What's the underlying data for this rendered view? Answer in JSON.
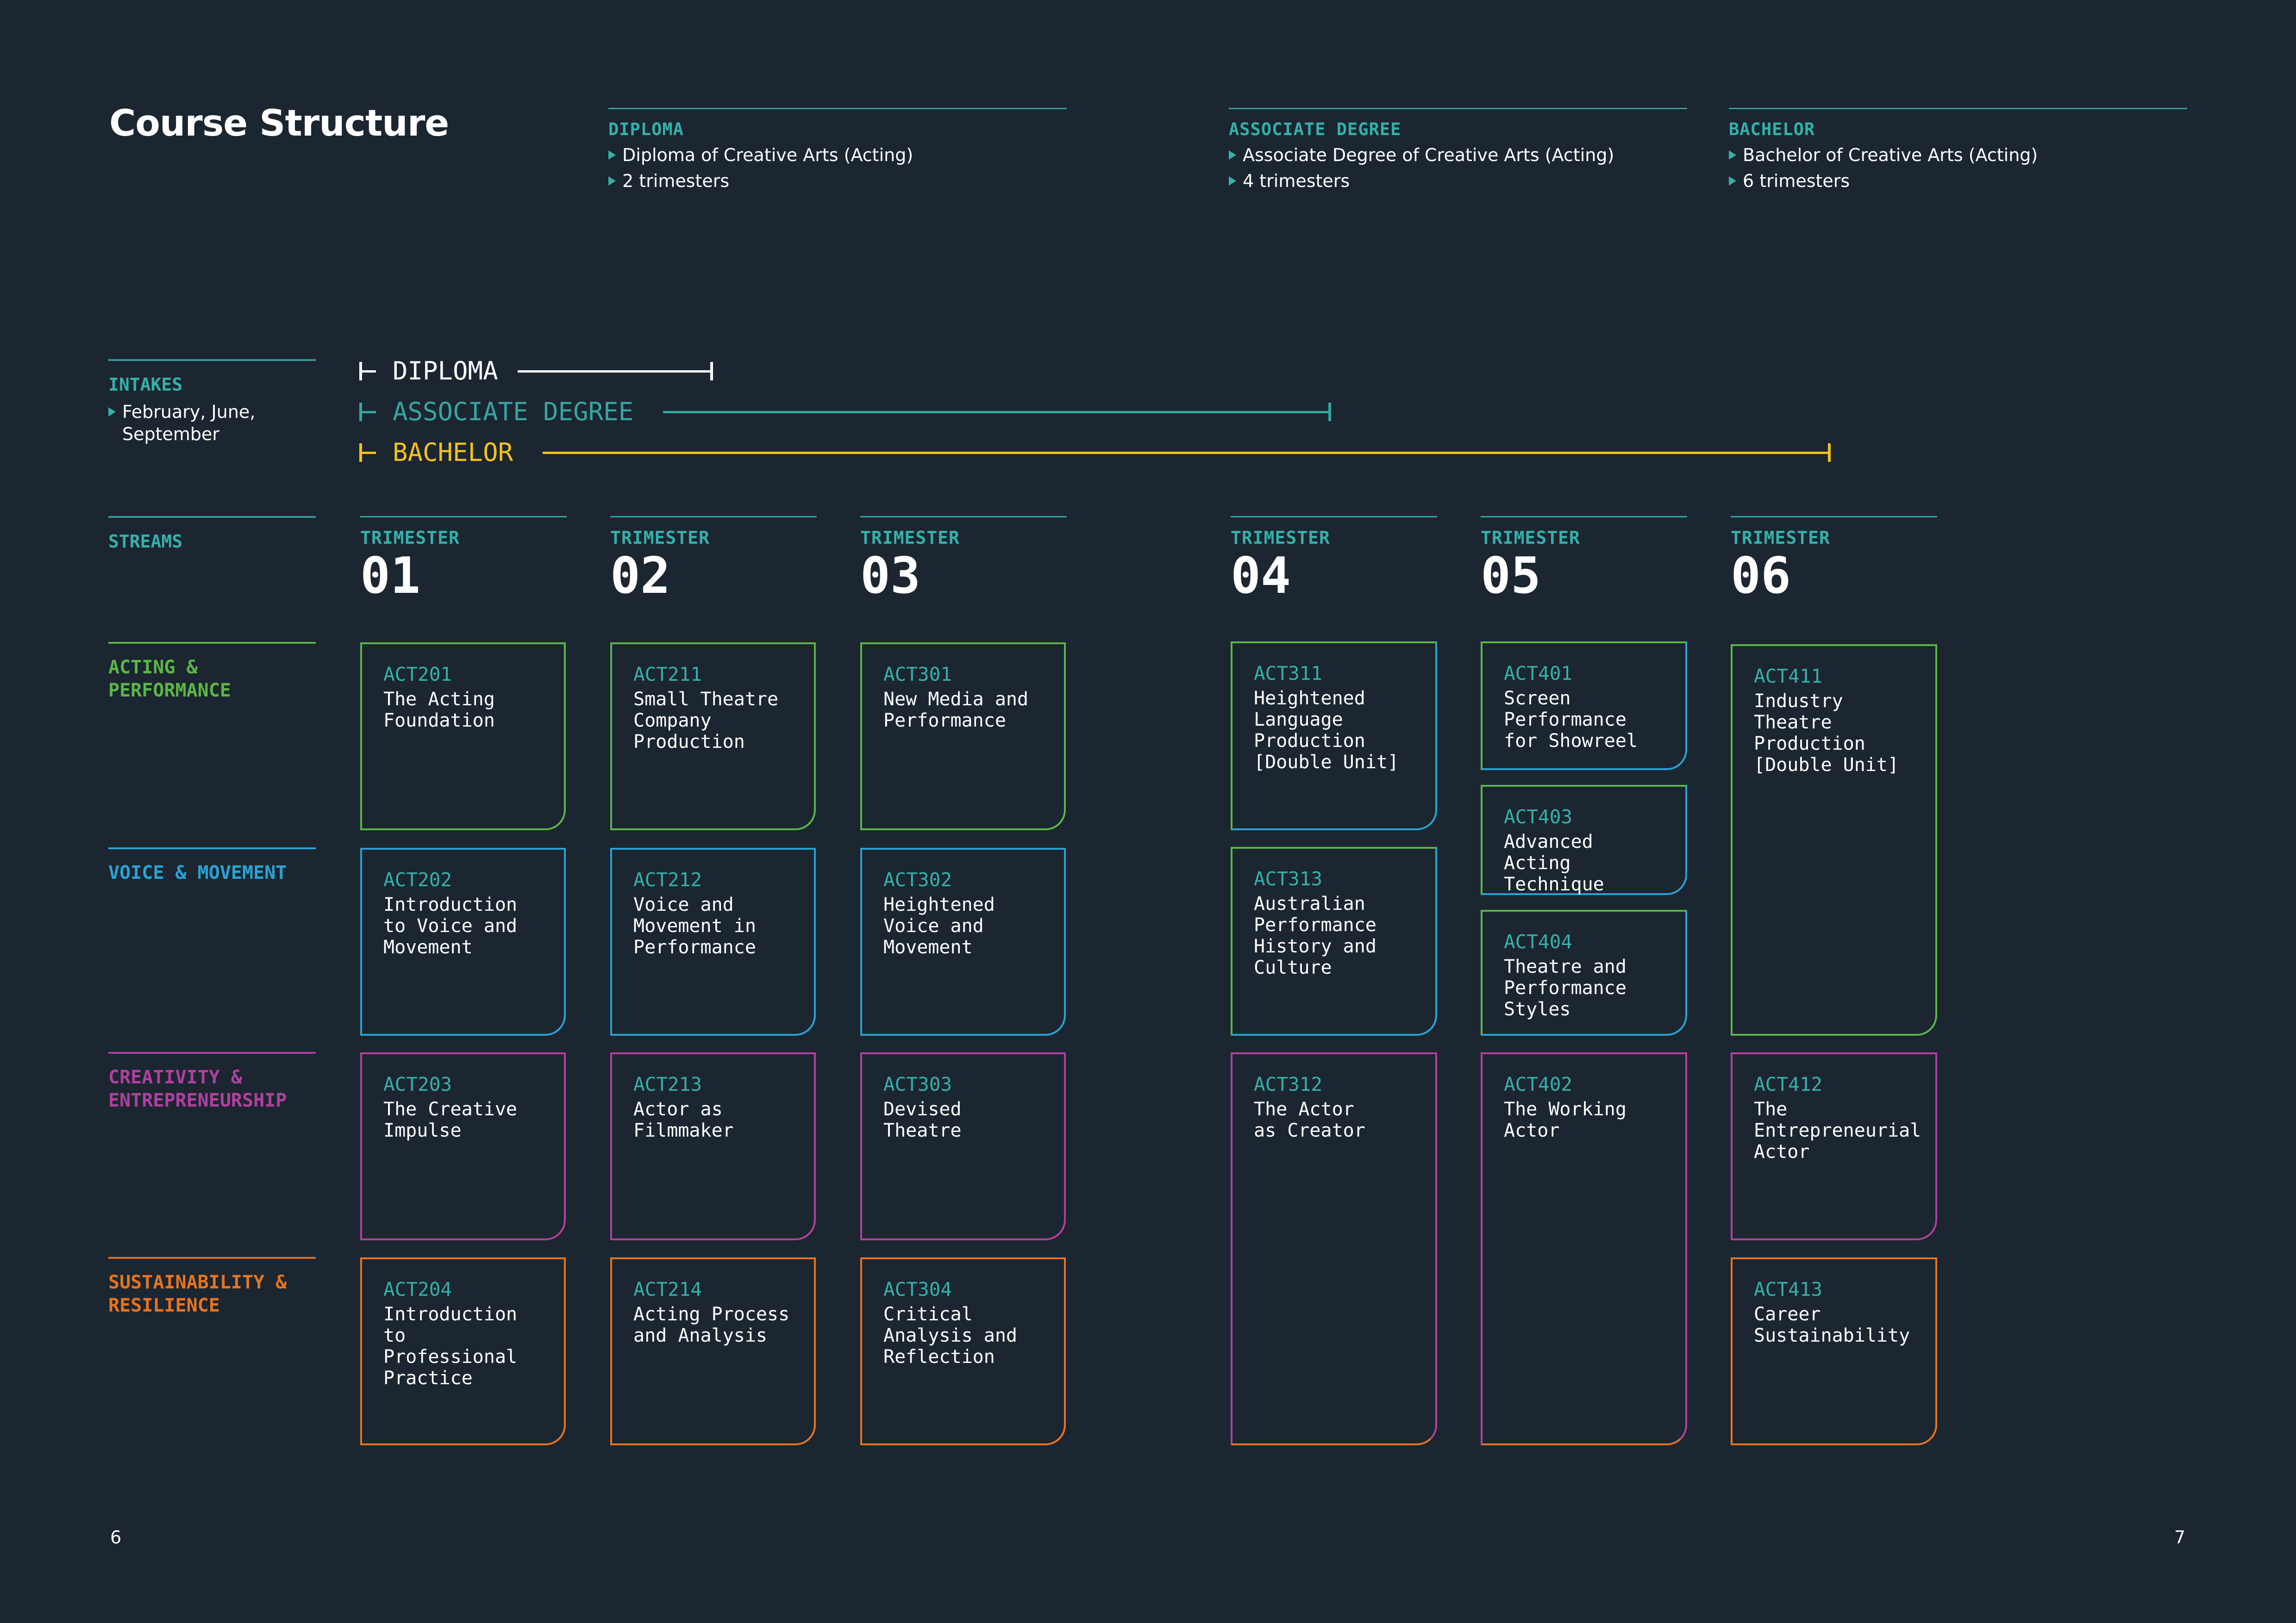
{
  "title": "Course Structure",
  "programs": [
    {
      "label": "DIPLOMA",
      "items": [
        "Diploma of Creative Arts (Acting)",
        "2 trimesters"
      ]
    },
    {
      "label": "ASSOCIATE DEGREE",
      "items": [
        "Associate Degree of Creative Arts (Acting)",
        "4 trimesters"
      ]
    },
    {
      "label": "BACHELOR",
      "items": [
        "Bachelor of Creative Arts (Acting)",
        "6 trimesters"
      ]
    }
  ],
  "intakes": {
    "label": "INTAKES",
    "line1": "February, June,",
    "line2": "September"
  },
  "tracks": [
    {
      "label": "DIPLOMA",
      "color": "#ffffff"
    },
    {
      "label": "ASSOCIATE DEGREE",
      "color": "#35a6a3"
    },
    {
      "label": "BACHELOR",
      "color": "#f4c21c"
    }
  ],
  "streams_label": "STREAMS",
  "streams": [
    {
      "line1": "ACTING &",
      "line2": "PERFORMANCE",
      "color": "#5cb548"
    },
    {
      "line1": "VOICE & MOVEMENT",
      "line2": "",
      "color": "#2aa2d4"
    },
    {
      "line1": "CREATIVITY &",
      "line2": "ENTREPRENEURSHIP",
      "color": "#b23fa0"
    },
    {
      "line1": "SUSTAINABILITY &",
      "line2": "RESILIENCE",
      "color": "#e67422"
    }
  ],
  "trimester_label": "TRIMESTER",
  "trimesters": [
    "01",
    "02",
    "03",
    "04",
    "05",
    "06"
  ],
  "units": [
    {
      "code": "ACT201",
      "lines": [
        "The Acting",
        "Foundation"
      ]
    },
    {
      "code": "ACT202",
      "lines": [
        "Introduction",
        "to Voice and",
        "Movement"
      ]
    },
    {
      "code": "ACT203",
      "lines": [
        "The Creative",
        "Impulse"
      ]
    },
    {
      "code": "ACT204",
      "lines": [
        "Introduction",
        "to",
        "Professional",
        "Practice"
      ]
    },
    {
      "code": "ACT211",
      "lines": [
        "Small Theatre",
        "Company",
        "Production"
      ]
    },
    {
      "code": "ACT212",
      "lines": [
        "Voice and",
        "Movement in",
        "Performance"
      ]
    },
    {
      "code": "ACT213",
      "lines": [
        "Actor as",
        "Filmmaker"
      ]
    },
    {
      "code": "ACT214",
      "lines": [
        "Acting Process",
        "and Analysis"
      ]
    },
    {
      "code": "ACT301",
      "lines": [
        "New Media and",
        "Performance"
      ]
    },
    {
      "code": "ACT302",
      "lines": [
        "Heightened",
        "Voice and",
        "Movement"
      ]
    },
    {
      "code": "ACT303",
      "lines": [
        "Devised",
        "Theatre"
      ]
    },
    {
      "code": "ACT304",
      "lines": [
        "Critical",
        "Analysis and",
        "Reflection"
      ]
    },
    {
      "code": "ACT311",
      "lines": [
        "Heightened",
        "Language",
        "Production",
        "[Double Unit]"
      ]
    },
    {
      "code": "ACT313",
      "lines": [
        "Australian",
        "Performance",
        "History and",
        "Culture"
      ]
    },
    {
      "code": "ACT312",
      "lines": [
        "The Actor",
        "as Creator"
      ]
    },
    {
      "code": "ACT401",
      "lines": [
        "Screen",
        "Performance",
        "for Showreel"
      ]
    },
    {
      "code": "ACT403",
      "lines": [
        "Advanced Acting",
        "Technique"
      ]
    },
    {
      "code": "ACT404",
      "lines": [
        "Theatre and",
        "Performance",
        "Styles"
      ]
    },
    {
      "code": "ACT402",
      "lines": [
        "The Working",
        "Actor"
      ]
    },
    {
      "code": "ACT411",
      "lines": [
        "Industry",
        "Theatre",
        "Production",
        "[Double Unit]"
      ]
    },
    {
      "code": "ACT412",
      "lines": [
        "The",
        "Entrepreneurial",
        "Actor"
      ]
    },
    {
      "code": "ACT413",
      "lines": [
        "Career",
        "Sustainability"
      ]
    }
  ],
  "page_left": "6",
  "page_right": "7"
}
